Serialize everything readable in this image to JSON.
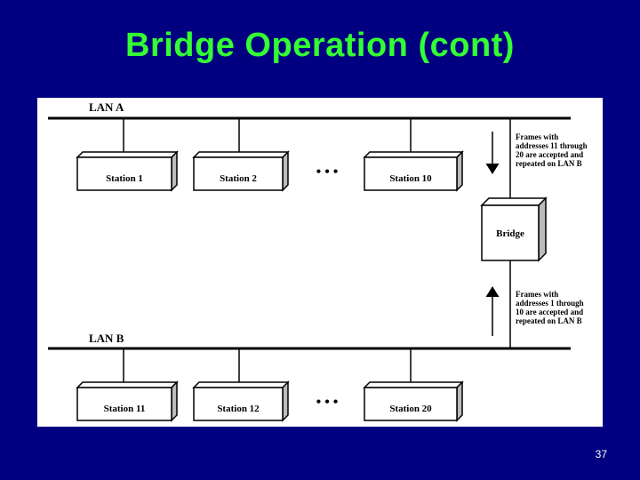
{
  "slide": {
    "title": "Bridge Operation (cont)",
    "page_number": "37"
  },
  "diagram": {
    "lan_a": {
      "label": "LAN A",
      "stations": [
        "Station 1",
        "Station 2",
        "Station 10"
      ]
    },
    "lan_b": {
      "label": "LAN B",
      "stations": [
        "Station 11",
        "Station 12",
        "Station 20"
      ]
    },
    "ellipsis": "• • •",
    "bridge_label": "Bridge",
    "note_top": [
      "Frames with",
      "addresses 11 through",
      "20 are accepted and",
      "repeated on LAN B"
    ],
    "note_bottom": [
      "Frames with",
      "addresses 1 through",
      "10 are accepted and",
      "repeated on LAN B"
    ]
  }
}
